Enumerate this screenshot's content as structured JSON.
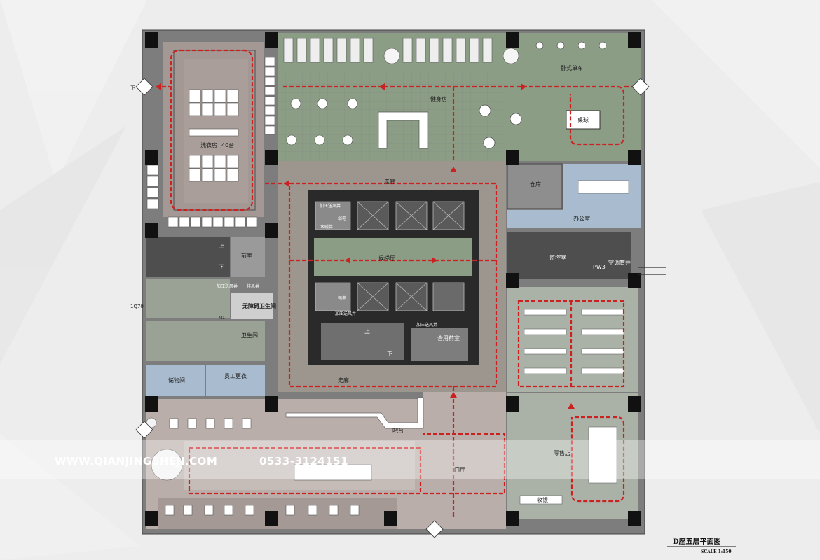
{
  "plan": {
    "title": "D座五层平面图",
    "scale_text": "SCALE 1:150",
    "watermark": "WWW.QIANJINGSHEJI.COM",
    "watermark_phone": "0533-3124151",
    "dimension_mark": "1Q70",
    "down_mark": "下"
  },
  "rooms": {
    "laundry": "洗衣房",
    "laundry_count": "40台",
    "gym": "健身房",
    "recumbent_bike": "卧式单车",
    "billiards": "桌球",
    "warehouse": "仓库",
    "office": "办公室",
    "corridor_top": "走廊",
    "corridor_bottom": "走廊",
    "elevator_hall": "候梯厅",
    "front_room": "前室",
    "shared_front_room": "合用前室",
    "accessible_wc": "无障碍卫生间",
    "wc": "卫生间",
    "storage": "储物间",
    "staff_locker": "员工更衣",
    "bar": "吧台",
    "lobby": "门厅",
    "retail": "零售店",
    "cashier": "收银",
    "monitor_room": "监控室",
    "ac_shaft": "空调管井",
    "pressure_shaft_1": "加压送风井",
    "pressure_shaft_2": "加压送风井",
    "pressure_shaft_3": "加压送风井",
    "pressure_shaft_4": "加压送风井",
    "exhaust": "排风井",
    "water_heating": "水暖井",
    "weak_current": "弱电",
    "strong_current": "强电",
    "wc_sign": "M1",
    "pw": "PW3",
    "up_1": "上",
    "down_1": "下",
    "up_2": "上",
    "down_2": "下"
  },
  "colors": {
    "outer_wall": "#7d7d7d",
    "gym_floor": "#8c9d86",
    "laundry_floor": "#a39894",
    "core": "#9c968e",
    "blue_room": "#a9bccf",
    "dark_room": "#4e4e4e",
    "lobby_floor": "#b9aeaa",
    "retail_floor": "#aab1a7",
    "route": "#cc2121",
    "dark_wall": "#111111"
  }
}
